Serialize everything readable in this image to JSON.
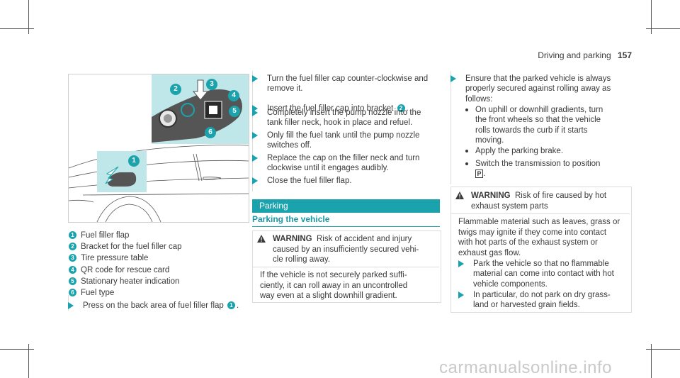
{
  "header": {
    "section": "Driving and parking",
    "page": "157"
  },
  "legend": [
    {
      "n": "1",
      "text": "Fuel filler flap"
    },
    {
      "n": "2",
      "text": "Bracket for the fuel filler cap"
    },
    {
      "n": "3",
      "text": "Tire pressure table"
    },
    {
      "n": "4",
      "text": "QR code for rescue card"
    },
    {
      "n": "5",
      "text": "Stationary heater indication"
    },
    {
      "n": "6",
      "text": "Fuel type"
    }
  ],
  "figure_callouts": [
    "1",
    "2",
    "3",
    "4",
    "5",
    "6"
  ],
  "left_step": {
    "before": "Press on the back area of fuel filler flap",
    "ref": "1",
    "after": "."
  },
  "middle_steps": [
    {
      "lines": [
        "Turn the fuel filler cap counter-clockwise and",
        "remove it."
      ]
    },
    {
      "lines": [
        "Insert the fuel filler cap into bracket"
      ],
      "ref": "2",
      "after": "."
    },
    {
      "lines": [
        "Completely insert the pump nozzle into the",
        "tank filler neck, hook in place and refuel."
      ]
    },
    {
      "lines": [
        "Only fill the fuel tank until the pump nozzle",
        "switches off."
      ]
    },
    {
      "lines": [
        "Replace the cap on the filler neck and turn",
        "clockwise until it engages audibly."
      ]
    },
    {
      "lines": [
        "Close the fuel filler flap."
      ]
    }
  ],
  "parking": {
    "banner": "Parking",
    "subheading": "Parking the vehicle",
    "warning": {
      "label": "WARNING",
      "title_lines": [
        "Risk of accident and injury",
        "caused by an insufficiently secured vehi-",
        "cle rolling away."
      ],
      "body_lines": [
        "If the vehicle is not securely parked suffi-",
        "ciently, it can roll away in an uncontrolled",
        "way even at a slight downhill gradient."
      ]
    }
  },
  "right_column": {
    "ensure_lines": [
      "Ensure that the parked vehicle is always",
      "properly secured against rolling away as",
      "follows:"
    ],
    "bullets": [
      {
        "lines": [
          "On uphill or downhill gradients, turn",
          "the front wheels so that the vehicle",
          "rolls towards the curb if it starts",
          "moving."
        ]
      },
      {
        "lines": [
          "Apply the parking brake."
        ]
      },
      {
        "lines": [
          "Switch the transmission to position"
        ],
        "icon": "P",
        "after": "."
      }
    ],
    "warning": {
      "label": "WARNING",
      "title_lines": [
        "Risk of fire caused by hot",
        "exhaust system parts"
      ],
      "body_lines": [
        "Flammable material such as leaves, grass or",
        "twigs may ignite if they come into contact",
        "with hot parts of the exhaust system or",
        "exhaust gas flow."
      ],
      "steps": [
        {
          "lines": [
            "Park the vehicle so that no flammable",
            "material can come into contact with hot",
            "vehicle components."
          ]
        },
        {
          "lines": [
            "In particular, do not park on dry grass-",
            "land or harvested grain fields."
          ]
        }
      ]
    }
  },
  "watermark": "carmanualsonline.info",
  "colors": {
    "accent": "#1aa3ad",
    "inset_bg": "#bfe6e9"
  }
}
